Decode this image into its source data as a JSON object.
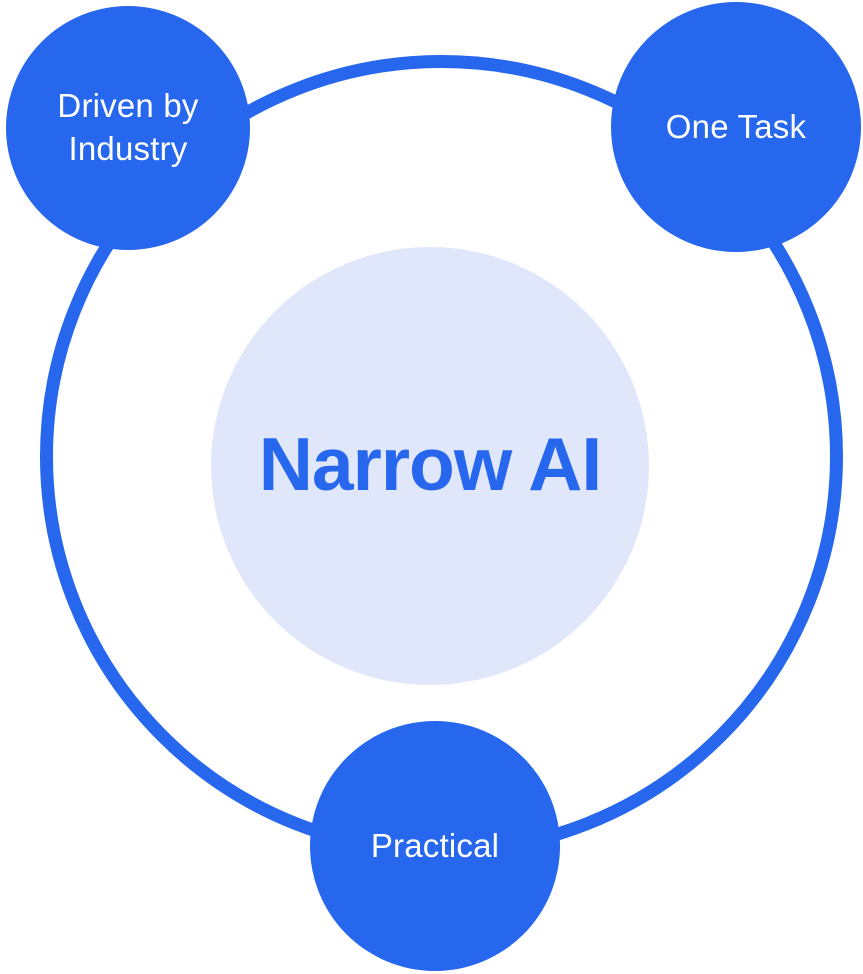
{
  "diagram": {
    "title": "Narrow AI",
    "type": "hub-and-satellites",
    "center": {
      "label": "Narrow AI"
    },
    "nodes": [
      {
        "id": "driven-by-industry",
        "label": "Driven by Industry",
        "position": "top-left"
      },
      {
        "id": "one-task",
        "label": "One Task",
        "position": "top-right"
      },
      {
        "id": "practical",
        "label": "Practical",
        "position": "bottom-center"
      }
    ],
    "colors": {
      "brand": "#2667ee",
      "center_fill": "#e1e7fb",
      "node_text": "#ffffff",
      "background": "#ffffff"
    }
  }
}
